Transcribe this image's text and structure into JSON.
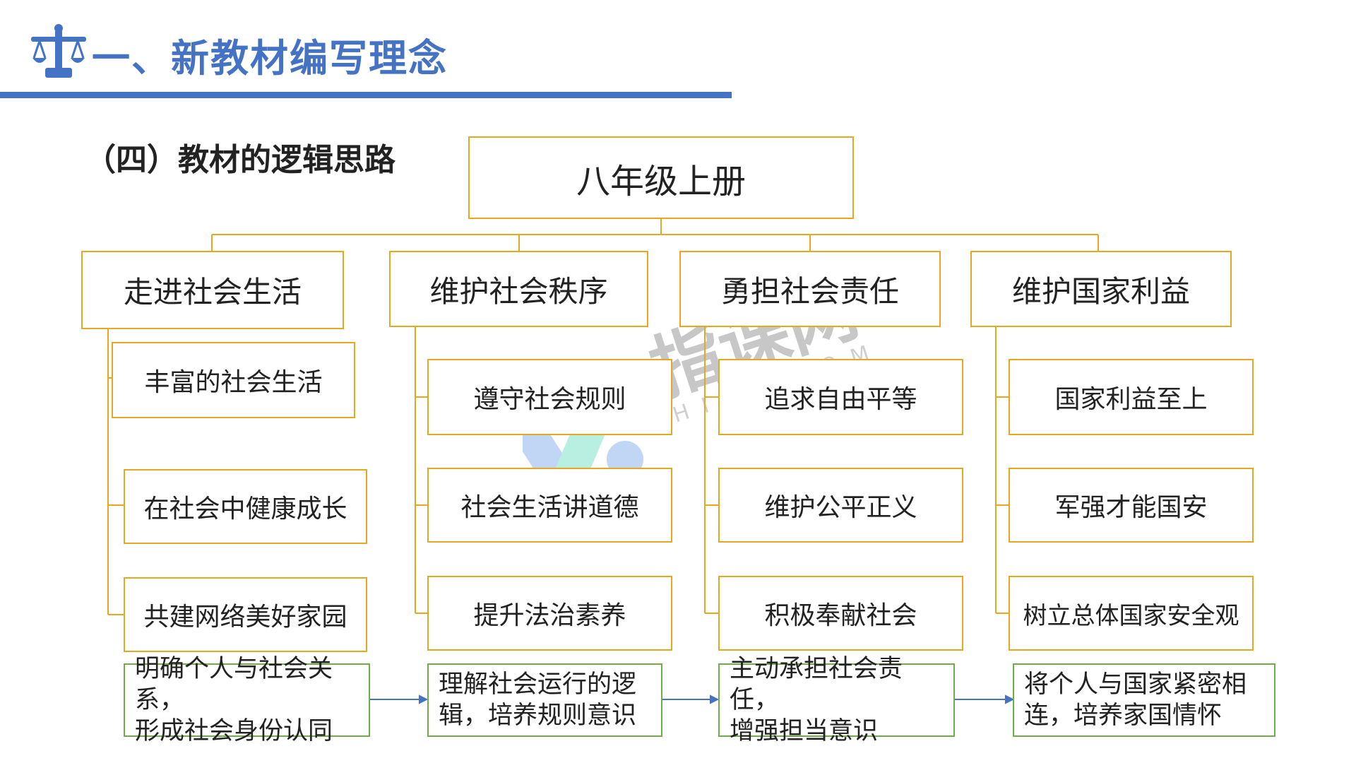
{
  "header": {
    "title": "一、新教材编写理念",
    "icon": "scale-icon",
    "accent_color": "#4472c4"
  },
  "section": {
    "title": "（四）教材的逻辑思路"
  },
  "diagram": {
    "root": "八年级上册",
    "columns": [
      {
        "title": "走进社会生活",
        "items": [
          "丰富的社会生活",
          "在社会中健康成长",
          "共建网络美好家园"
        ],
        "goal": [
          "明确个人与社会关系，",
          "形成社会身份认同"
        ]
      },
      {
        "title": "维护社会秩序",
        "items": [
          "遵守社会规则",
          "社会生活讲道德",
          "提升法治素养"
        ],
        "goal": [
          "理解社会运行的逻",
          "辑，培养规则意识"
        ]
      },
      {
        "title": "勇担社会责任",
        "items": [
          "追求自由平等",
          "维护公平正义",
          "积极奉献社会"
        ],
        "goal": [
          "主动承担社会责任，",
          "增强担当意识"
        ]
      },
      {
        "title": "维护国家利益",
        "items": [
          "国家利益至上",
          "军强才能国安",
          "树立总体国家安全观"
        ],
        "goal": [
          "将个人与国家紧密相",
          "连，培养家国情怀"
        ]
      }
    ],
    "box_border_color": "#e6a81e",
    "goal_border_color": "#70ad47",
    "arrow_color": "#4472c4"
  },
  "watermark": {
    "text": "指课网",
    "sub": "ZHIKE.COM"
  }
}
